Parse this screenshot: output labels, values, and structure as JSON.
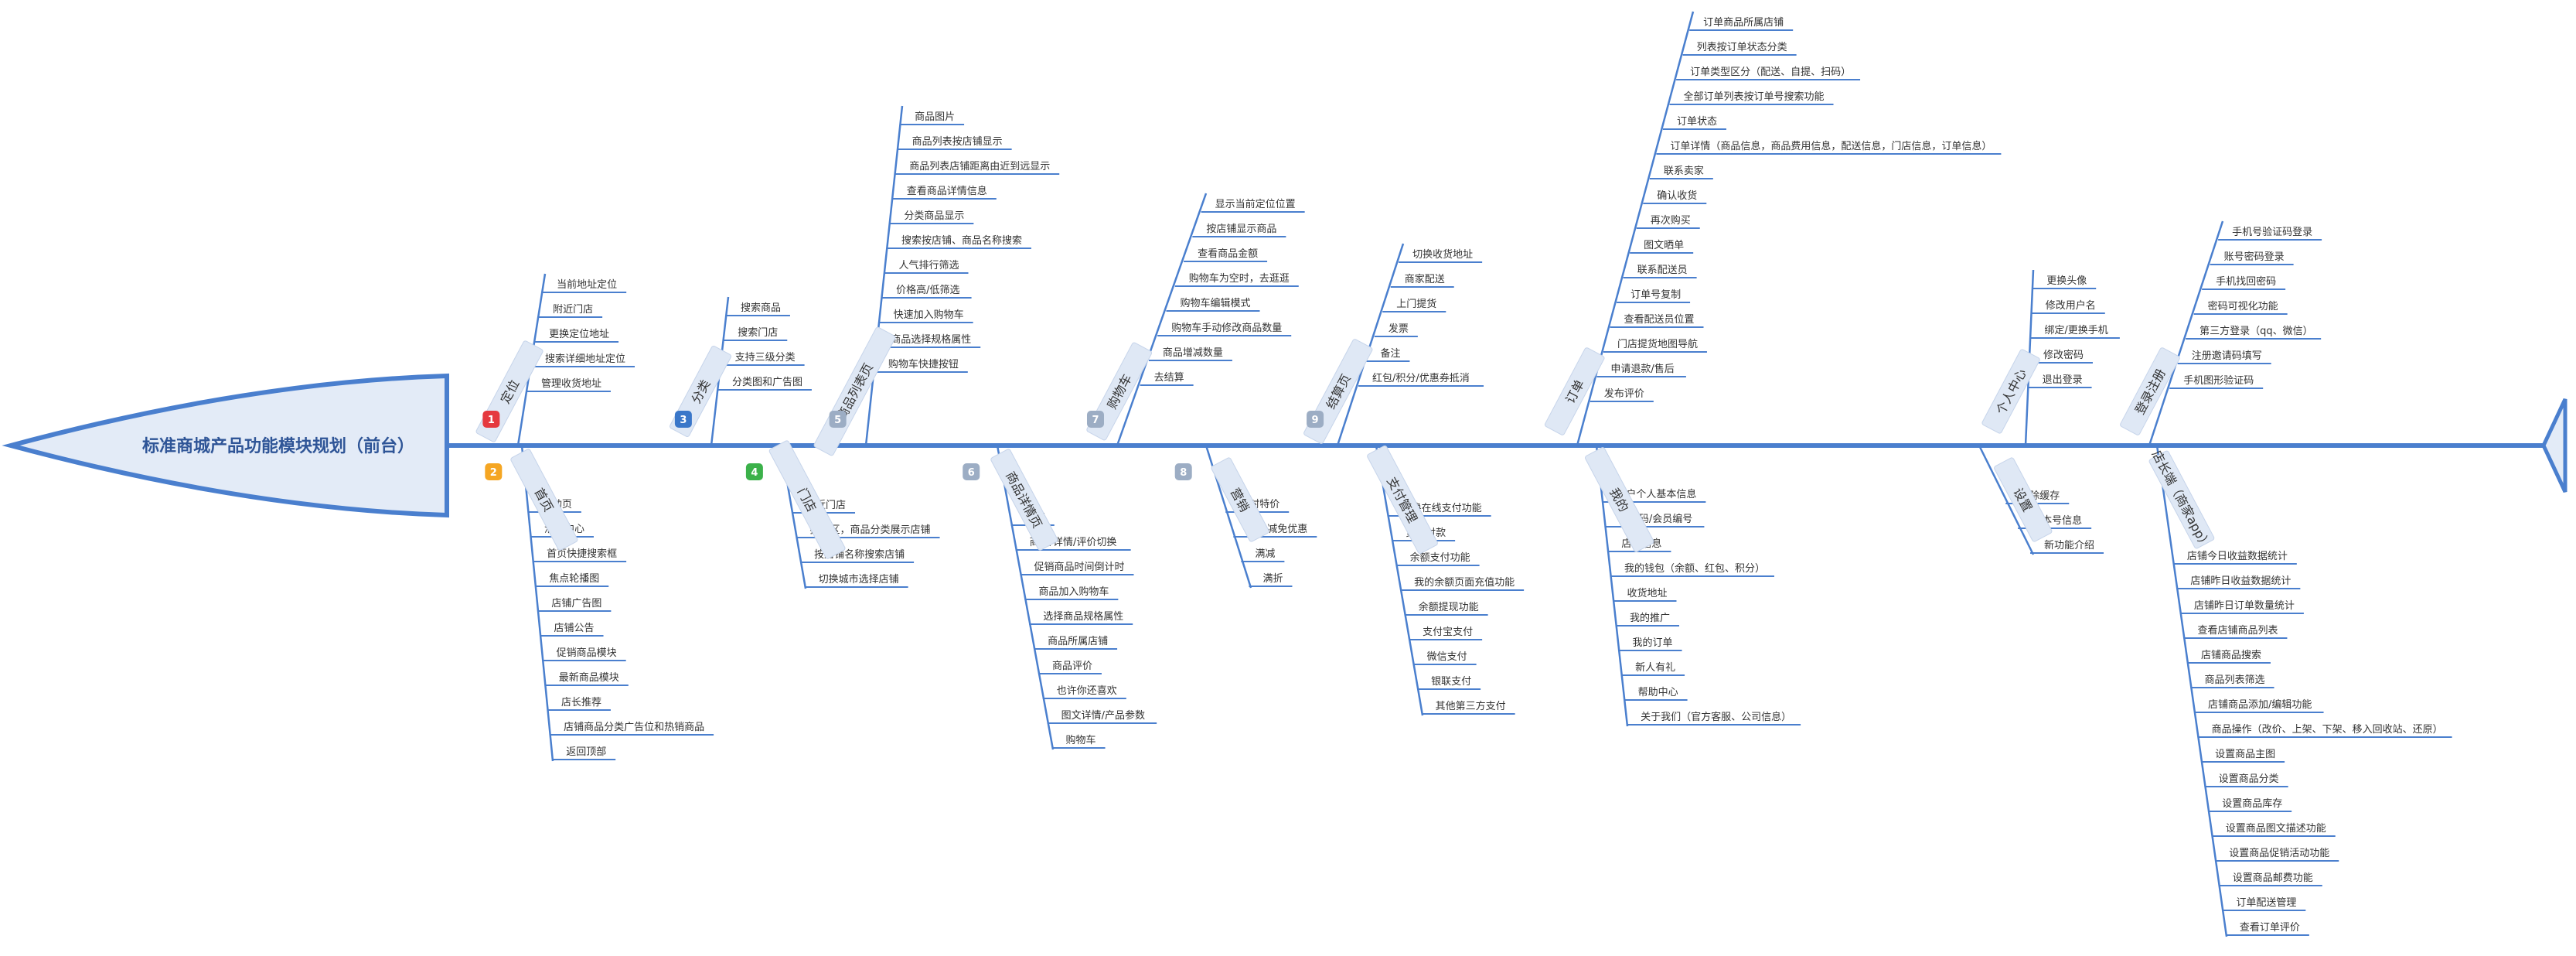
{
  "title": "标准商城产品功能模块规划（前台）",
  "colors": {
    "line": "#4a7fce",
    "tab": "#dfe8f5",
    "head_fill": "#e3ebf7",
    "b1": "#e5393f",
    "b2": "#f5a623",
    "b3": "#3a77c9",
    "b4": "#3bb14a",
    "gray": "#9cadc4"
  },
  "branches": [
    {
      "n": "1",
      "c": "定位",
      "items": [
        "当前地址定位",
        "附近门店",
        "更换定位地址",
        "搜索详细地址定位",
        "管理收货地址"
      ]
    },
    {
      "n": "2",
      "c": "首页",
      "items": [
        "启动页",
        "消息中心",
        "首页快捷搜索框",
        "焦点轮播图",
        "店铺广告图",
        "店铺公告",
        "促销商品模块",
        "最新商品模块",
        "店长推荐",
        "店铺商品分类广告位和热销商品",
        "返回顶部"
      ]
    },
    {
      "n": "3",
      "c": "分类",
      "items": [
        "搜索商品",
        "搜索门店",
        "支持三级分类",
        "分类图和广告图"
      ]
    },
    {
      "n": "4",
      "c": "门店",
      "items": [
        "附近门店",
        "按地区，商品分类展示店铺",
        "按店铺名称搜索店铺",
        "切换城市选择店铺"
      ]
    },
    {
      "n": "5",
      "c": "商品列表页",
      "items": [
        "商品图片",
        "商品列表按店铺显示",
        "商品列表店铺距离由近到远显示",
        "查看商品详情信息",
        "分类商品显示",
        "搜索按店铺、商品名称搜索",
        "人气排行筛选",
        "价格高/低筛选",
        "快速加入购物车",
        "商品选择规格属性",
        "购物车快捷按钮"
      ]
    },
    {
      "n": "6",
      "c": "商品详情页",
      "items": [
        "分享",
        "商品/详情/评价切换",
        "促销商品时间倒计时",
        "商品加入购物车",
        "选择商品规格属性",
        "商品所属店铺",
        "商品评价",
        "也许你还喜欢",
        "图文详情/产品参数",
        "购物车"
      ]
    },
    {
      "n": "7",
      "c": "购物车",
      "items": [
        "显示当前定位位置",
        "按店铺显示商品",
        "查看商品金额",
        "购物车为空时，去逛逛",
        "购物车编辑模式",
        "购物车手动修改商品数量",
        "商品增减数量",
        "去结算"
      ]
    },
    {
      "n": "8",
      "c": "营销",
      "items": [
        "限时特价",
        "红包减免优惠",
        "满减",
        "满折"
      ]
    },
    {
      "n": "9",
      "c": "结算页",
      "items": [
        "切换收货地址",
        "商家配送",
        "上门提货",
        "发票",
        "备注",
        "红包/积分/优惠券抵消"
      ]
    },
    {
      "c": "支付管理",
      "items": [
        "切换在线支付功能",
        "货到付款",
        "余额支付功能",
        "我的余额页面充值功能",
        "余额提现功能",
        "支付宝支付",
        "微信支付",
        "银联支付",
        "其他第三方支付"
      ]
    },
    {
      "c": "订单",
      "items": [
        "订单商品所属店铺",
        "列表按订单状态分类",
        "订单类型区分（配送、自提、扫码）",
        "全部订单列表按订单号搜索功能",
        "订单状态",
        "订单详情（商品信息，商品费用信息，配送信息，门店信息，订单信息）",
        "联系卖家",
        "确认收货",
        "再次购买",
        "图文晒单",
        "联系配送员",
        "订单号复制",
        "查看配送员位置",
        "门店提货地图导航",
        "申请退款/售后",
        "发布评价"
      ]
    },
    {
      "c": "我的",
      "items": [
        "用户个人基本信息",
        "会员码/会员编号",
        "店铺信息",
        "我的钱包（余额、红包、积分）",
        "收货地址",
        "我的推广",
        "我的订单",
        "新人有礼",
        "帮助中心",
        "关于我们（官方客服、公司信息）"
      ]
    },
    {
      "c": "个人中心",
      "items": [
        "更换头像",
        "修改用户名",
        "绑定/更换手机",
        "修改密码",
        "退出登录"
      ]
    },
    {
      "c": "设置",
      "items": [
        "清除缓存",
        "版本号信息",
        "新功能介绍"
      ]
    },
    {
      "c": "登录注册",
      "items": [
        "手机号验证码登录",
        "账号密码登录",
        "手机找回密码",
        "密码可视化功能",
        "第三方登录（qq、微信）",
        "注册邀请码填写",
        "手机图形验证码"
      ]
    },
    {
      "c": "店长端（商家app）",
      "items": [
        "店铺今日收益数据统计",
        "店铺昨日收益数据统计",
        "店铺昨日订单数量统计",
        "查看店铺商品列表",
        "店铺商品搜索",
        "商品列表筛选",
        "店铺商品添加/编辑功能",
        "商品操作（改价、上架、下架、移入回收站、还原）",
        "设置商品主图",
        "设置商品分类",
        "设置商品库存",
        "设置商品图文描述功能",
        "设置商品促销活动功能",
        "设置商品邮费功能",
        "订单配送管理",
        "查看订单评价"
      ]
    }
  ]
}
